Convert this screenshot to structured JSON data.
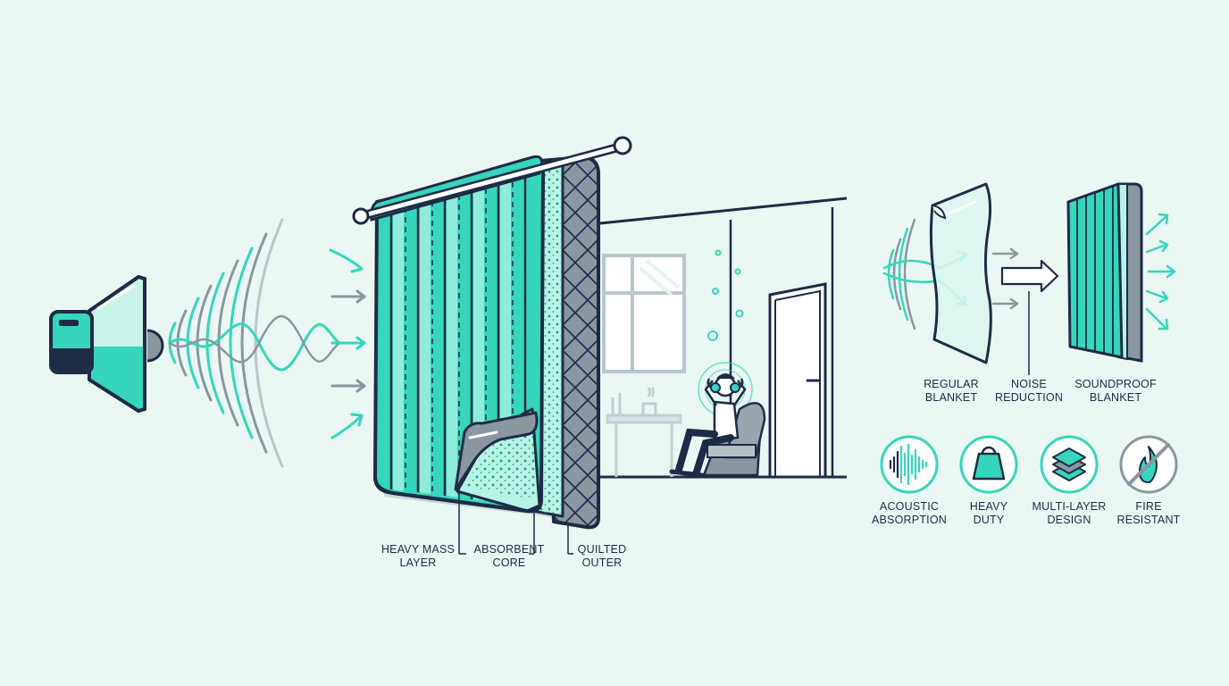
{
  "colors": {
    "background": "#eaf7f3",
    "ink": "#1e2b47",
    "teal": "#35d6bb",
    "teal_light": "#9ff0df",
    "gray": "#8a979f",
    "gray_dark": "#6f7d85"
  },
  "layer_labels": {
    "heavy_mass": [
      "HEAVY MASS",
      "LAYER"
    ],
    "absorbent_core": [
      "ABSORBENT",
      "CORE"
    ],
    "quilted_outer": [
      "QUILTED",
      "OUTER"
    ]
  },
  "comparison": {
    "regular": [
      "REGULAR",
      "BLANKET"
    ],
    "noise": [
      "NOISE",
      "REDUCTION"
    ],
    "soundproof": [
      "SOUNDPROOF",
      "BLANKET"
    ]
  },
  "features": [
    {
      "icon": "sound-wave-icon",
      "lines": [
        "ACOUSTIC",
        "ABSORPTION"
      ]
    },
    {
      "icon": "weight-icon",
      "lines": [
        "HEAVY",
        "DUTY"
      ]
    },
    {
      "icon": "layers-icon",
      "lines": [
        "MULTI-LAYER",
        "DESIGN"
      ]
    },
    {
      "icon": "no-fire-icon",
      "lines": [
        "FIRE",
        "RESISTANT"
      ]
    }
  ]
}
